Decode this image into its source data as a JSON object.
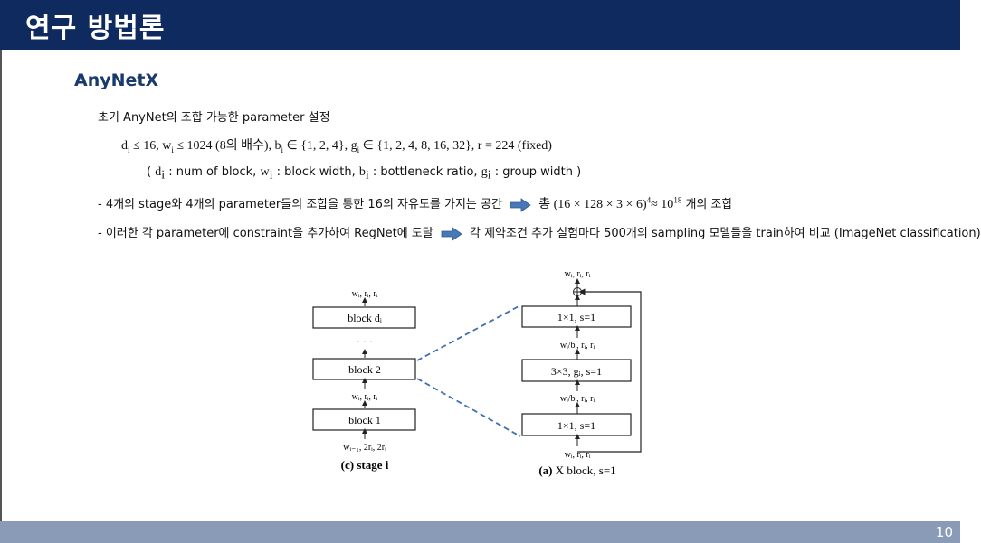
{
  "header": {
    "title": "연구 방법론"
  },
  "section": {
    "title": "AnyNetX"
  },
  "content": {
    "intro": "초기 AnyNet의 조합 가능한 parameter 설정",
    "constraints": {
      "d": "d",
      "d_rel": " ≤ 16, ",
      "w": "w",
      "w_rel": " ≤ 1024 (8의 배수), ",
      "b": "b",
      "b_rel": " ∈ {1, 2, 4}, ",
      "g": "g",
      "g_rel": " ∈ {1, 2, 4, 8, 16, 32}, r = 224 (fixed)",
      "sub_i": "i"
    },
    "legend": {
      "open": "( ",
      "d": "d",
      "d_desc": " : num of block, ",
      "w": "w",
      "w_desc": " : block width, ",
      "b": "b",
      "b_desc": " : bottleneck ratio, ",
      "g": "g",
      "g_desc": " : group width )"
    },
    "bullet1": {
      "text": "- 4개의 stage와 4개의 parameter들의 조합을 통한 16의 자유도를 가지는 공간",
      "result_a": "총 (16 × 128 × 3 × 6)",
      "exp4": "4",
      "result_b": "≈ 10",
      "exp18": "18",
      "result_c": " 개의 조합"
    },
    "bullet2": {
      "text": "- 이러한 각 parameter에 constraint을 추가하여 RegNet에 도달",
      "result": "각 제약조건 추가 실험마다 500개의 sampling 모델들을 train하여 비교 (ImageNet classification)"
    }
  },
  "diagram": {
    "stage": {
      "top_label": "wᵢ, rᵢ, rᵢ",
      "block_d": "block dᵢ",
      "dots": "· · ·",
      "block2": "block 2",
      "mid_label": "wᵢ, rᵢ, rᵢ",
      "block1": "block 1",
      "bottom_label": "wᵢ₋₁, 2rᵢ, 2rᵢ",
      "caption": "(c) stage i"
    },
    "xblock": {
      "top_label": "wᵢ, rᵢ, rᵢ",
      "conv_top": "1×1, s=1",
      "label_upper": "wᵢ/bᵢ, rᵢ, rᵢ",
      "conv_mid": "3×3, gᵢ, s=1",
      "label_lower": "wᵢ/bᵢ, rᵢ, rᵢ",
      "conv_bottom": "1×1, s=1",
      "bottom_label": "wᵢ, rᵢ, rᵢ",
      "caption_bold": "(a)",
      "caption_rest": " X block, s=1"
    },
    "dashed_color": "#3e6fb3",
    "arrow_color": "#4a78b5"
  },
  "footer": {
    "page": "10"
  }
}
